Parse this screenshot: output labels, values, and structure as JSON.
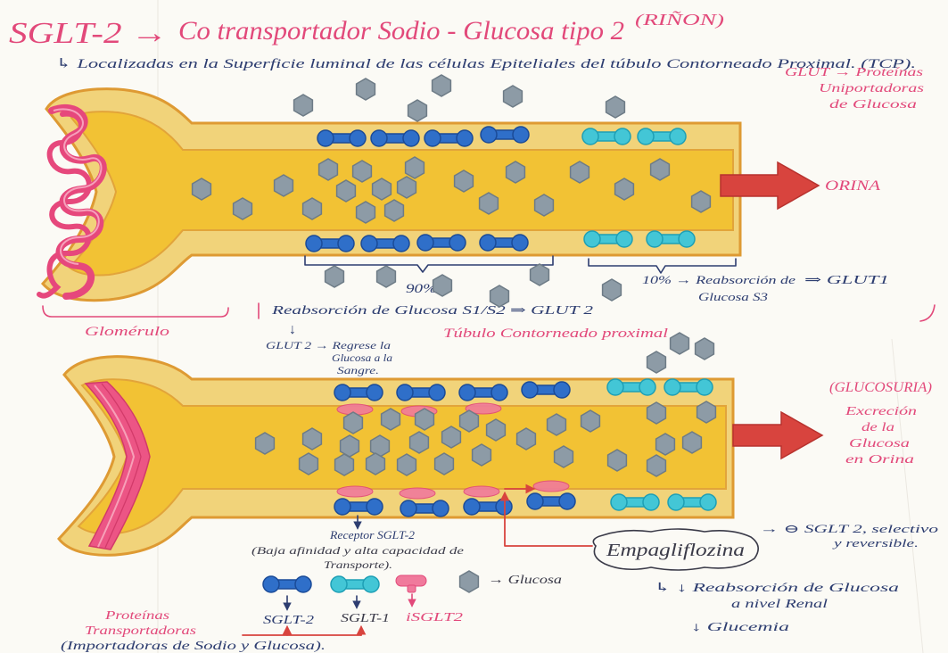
{
  "title": {
    "prefix": "SGLT-2 →",
    "main": "Co transportador Sodio - Glucosa tipo 2",
    "organ": "(RIÑON)"
  },
  "subtitle": "↳ Localizadas en la Superficie luminal de las células Epiteliales del túbulo Contorneado Proximal. (TCP).",
  "glut_note": [
    "GLUT → Proteínas",
    "Uniportadoras",
    "de Glucosa"
  ],
  "top_panel": {
    "outlet_label": "ORINA",
    "glomerulus_label": "Glomérulo",
    "tubule_label": "Túbulo Contorneado proximal",
    "s1s2_percent": "90%",
    "s1s2_reabsorption": "Reabsorción de Glucosa S1/S2 ⇒ GLUT 2",
    "s3_reabsorption": [
      "10% → Reabsorción de",
      "Glucosa S3"
    ],
    "s3_transporter": "⇒ GLUT1",
    "glut2_note": {
      "arrow": "↓",
      "lines": [
        "GLUT 2 → Regrese la",
        "Glucosa a la",
        "Sangre."
      ]
    }
  },
  "bottom_panel": {
    "condition": "(GLUCOSURIA)",
    "condition_description": [
      "Excreción",
      "de la",
      "Glucosa",
      "en Orina"
    ],
    "receptor_note": [
      "Receptor SGLT-2",
      "(Baja afinidad y alta capacidad de",
      "Transporte)."
    ],
    "drug": "Empagliflozina",
    "drug_effect": [
      "→ ⊖ SGLT 2, selectivo",
      "y reversible."
    ],
    "consequences": [
      "↳ ↓ Reabsorción de Glucosa",
      "a nivel Renal",
      "↓ Glucemia"
    ]
  },
  "legend": {
    "items": [
      {
        "label": "SGLT-2",
        "icon": "sglt2-transporter-icon"
      },
      {
        "label": "SGLT-1",
        "icon": "sglt1-transporter-icon"
      },
      {
        "label": "iSGLT2",
        "icon": "sglt2-inhibitor-icon"
      }
    ],
    "glucose": {
      "label": "→ Glucosa",
      "icon": "glucose-hexagon-icon"
    },
    "group_title": [
      "Proteínas",
      "Transportadoras"
    ],
    "group_note": "(Importadoras de Sodio y Glucosa)."
  },
  "colors": {
    "title_pink": "#e2497a",
    "ink_navy": "#2d3d70",
    "sglt2_blue": "#2f6fc9",
    "sglt1_cyan": "#43c6d6",
    "inhibitor_pink": "#f07a9c",
    "glucose_gray": "#8d9ba6",
    "tubule_yellow": "#f2c234",
    "arrow_red": "#d8443e"
  }
}
